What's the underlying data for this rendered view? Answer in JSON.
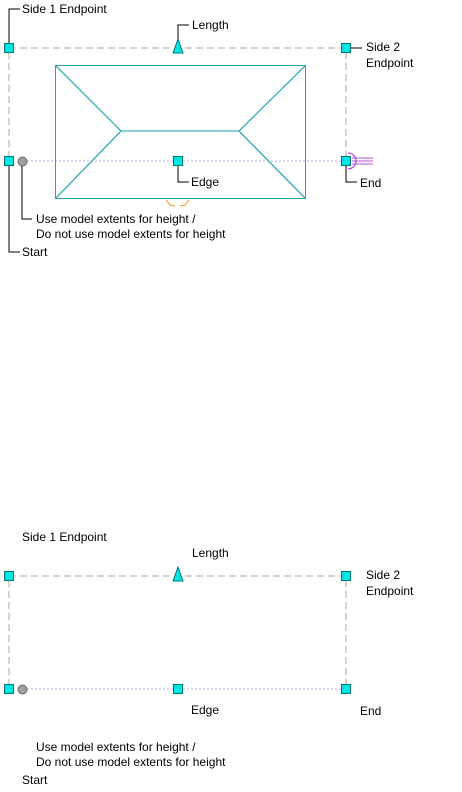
{
  "diagrams": [
    {
      "labels": {
        "side1_endpoint": "Side 1 Endpoint",
        "length": "Length",
        "side2_line1": "Side 2",
        "side2_line2": "Endpoint",
        "edge": "Edge",
        "end": "End",
        "extents_line1": "Use model extents for height /",
        "extents_line2": "Do not use model extents for height",
        "start": "Start"
      }
    },
    {
      "labels": {
        "side1_endpoint": "Side 1 Endpoint",
        "length": "Length",
        "side2_line1": "Side 2",
        "side2_line2": "Endpoint",
        "edge": "Edge",
        "end": "End",
        "extents_line1": "Use model extents for height /",
        "extents_line2": "Do not use model extents for height",
        "start": "Start"
      }
    }
  ],
  "colors": {
    "grip_fill": "#00e5e5",
    "grip_stroke": "#007777",
    "outline": "#1aa6b4",
    "dash_gray": "#a8a8a8",
    "dash_purple": "#b7a8ee",
    "leader": "#000000",
    "tick_orange": "#f0a040",
    "end_marker_purple": "#b040d8",
    "circle_grip_gray": "#a0a0a0"
  }
}
